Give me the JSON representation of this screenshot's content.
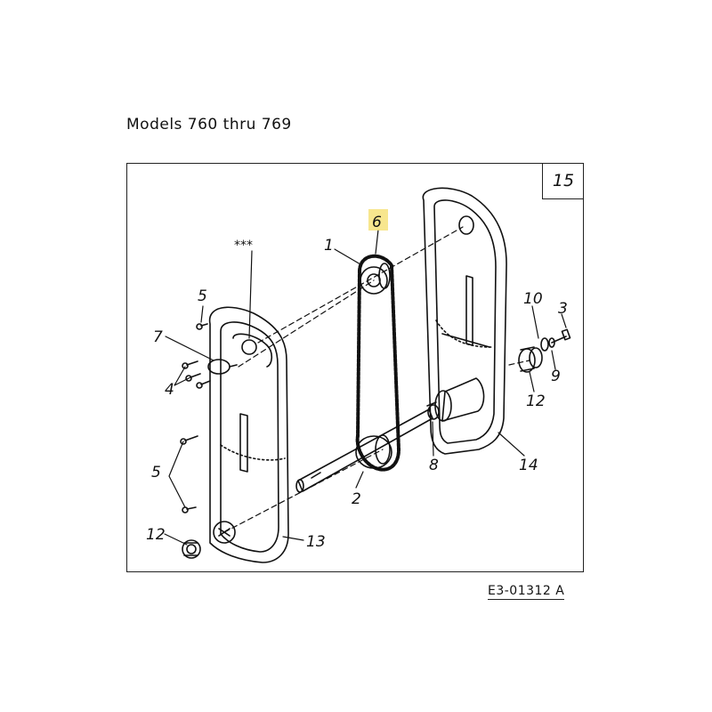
{
  "title": "Models 760 thru 769",
  "page_number": "15",
  "reference_code": "E3-01312 A",
  "highlight_color": "#f6e27a",
  "callouts": {
    "c1": "1",
    "c2": "2",
    "c3": "3",
    "c4": "4",
    "c5a": "5",
    "c5b": "5",
    "c6": "6",
    "c7": "7",
    "c8": "8",
    "c9": "9",
    "c10": "10",
    "c12a": "12",
    "c12b": "12",
    "c13": "13",
    "c14": "14",
    "stars": "***"
  }
}
